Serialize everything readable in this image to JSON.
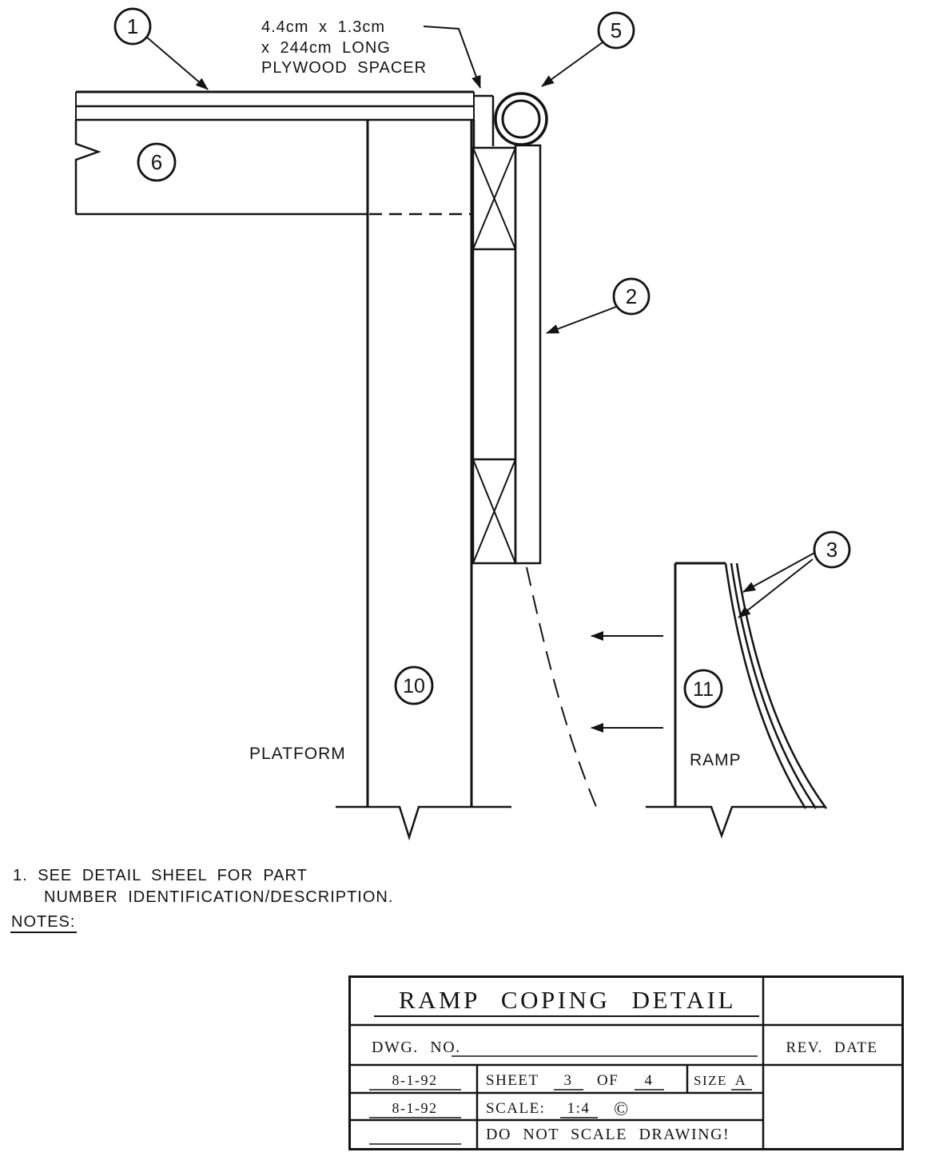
{
  "drawing": {
    "spacer_note": [
      "4.4cm x 1.3cm",
      "x 244cm LONG",
      "PLYWOOD SPACER"
    ],
    "callouts": {
      "c1": "1",
      "c2": "2",
      "c3": "3",
      "c5": "5",
      "c6": "6",
      "c10": "10",
      "c11": "11"
    },
    "platform_label": "PLATFORM",
    "ramp_label": "RAMP"
  },
  "notes": {
    "item1_line1": "1. SEE DETAIL SHEEL FOR PART",
    "item1_line2": "NUMBER IDENTIFICATION/DESCRIPTION.",
    "heading": "NOTES:"
  },
  "title_block": {
    "title": "RAMP COPING DETAIL",
    "dwg_no_label": "DWG. NO.",
    "rev_date_label": "REV. DATE",
    "date_1": "8-1-92",
    "date_2": "8-1-92",
    "sheet_label": "SHEET",
    "sheet_number": "3",
    "of_label": "OF",
    "sheet_total": "4",
    "size_label": "SIZE",
    "size_value": "A",
    "scale_label": "SCALE:",
    "scale_value": "1:4",
    "stamp": "©",
    "do_not_scale": "DO NOT SCALE DRAWING!"
  }
}
